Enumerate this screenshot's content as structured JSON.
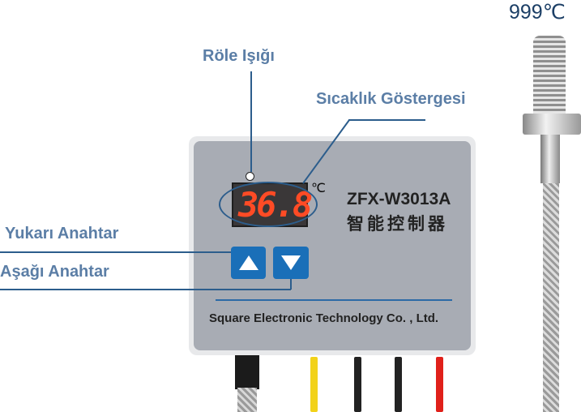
{
  "labels": {
    "relay_light": "Röle Işığı",
    "temperature_display": "Sıcaklık Göstergesi",
    "up_switch": "Yukarı Anahtar",
    "down_switch": "Aşağı Anahtar"
  },
  "device": {
    "display_value": "36.8",
    "unit": "℃",
    "model": "ZFX-W3013A",
    "subtitle": "智能控制器",
    "manufacturer": "Square Electronic Technology Co. , Ltd."
  },
  "probe": {
    "max_temp": "999℃"
  },
  "colors": {
    "label": "#5b7ea6",
    "button": "#1a6fb8",
    "led": "#ff3b1a",
    "body": "#a8acb4"
  }
}
